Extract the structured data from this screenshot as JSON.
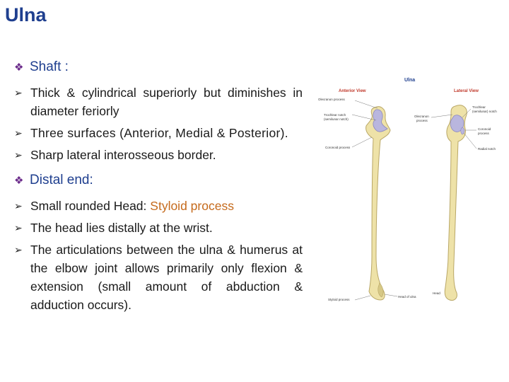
{
  "title": "Ulna",
  "sections": [
    {
      "heading": "Shaft :",
      "bullets": [
        "Thick & cylindrical superiorly but diminishes in diameter feriorly",
        "Three surfaces (Anterior, Medial & Posterior).",
        "Sharp lateral interosseous border."
      ]
    },
    {
      "heading": "Distal end:",
      "bullets": [
        "The head lies distally at the wrist.",
        "The articulations between the ulna & humerus at the elbow joint allows primarily only flexion & extension (small amount of abduction & adduction occurs)."
      ],
      "head_bullet": {
        "prefix": "Small rounded Head: ",
        "highlight": "Styloid process"
      }
    }
  ],
  "figure": {
    "title": "Ulna",
    "anterior_view": "Anterior View",
    "lateral_view": "Lateral View",
    "labels_left": {
      "olecranon": "Olecranon process",
      "trochlear": "Trochlear notch",
      "trochlear_sub": "(semilunar notch)",
      "coronoid": "Coronoid process",
      "styloid": "Styloid process",
      "head": "Head of ulna"
    },
    "labels_right": {
      "trochlear": "Trochlear",
      "trochlear_sub1": "(semilunar) notch",
      "olecranon": "Olecranon",
      "olecranon_sub": "process",
      "coronoid": "Coronoid",
      "coronoid_sub": "process",
      "radial": "Radial notch",
      "head": "Head"
    },
    "colors": {
      "bone": "#eee2a8",
      "bone_edge": "#b9a766",
      "cartilage": "#b9b6de",
      "label_red": "#c0392b"
    }
  }
}
